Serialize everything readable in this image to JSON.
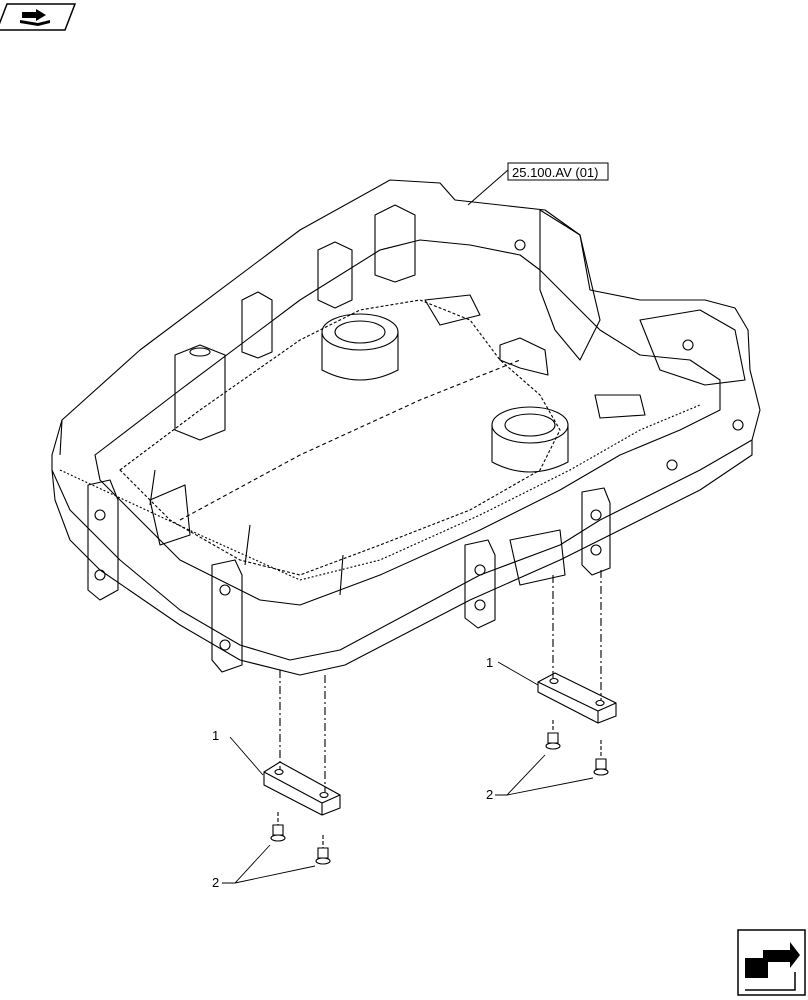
{
  "reference": {
    "text": "25.100.AV (01)"
  },
  "callouts": [
    {
      "id": "left-plate",
      "number": "1"
    },
    {
      "id": "right-plate",
      "number": "1"
    },
    {
      "id": "left-bolts",
      "number": "2"
    },
    {
      "id": "right-bolts",
      "number": "2"
    }
  ],
  "icons": {
    "top_left": "book-arrow-icon",
    "bottom_right": "exit-arrow-icon"
  }
}
